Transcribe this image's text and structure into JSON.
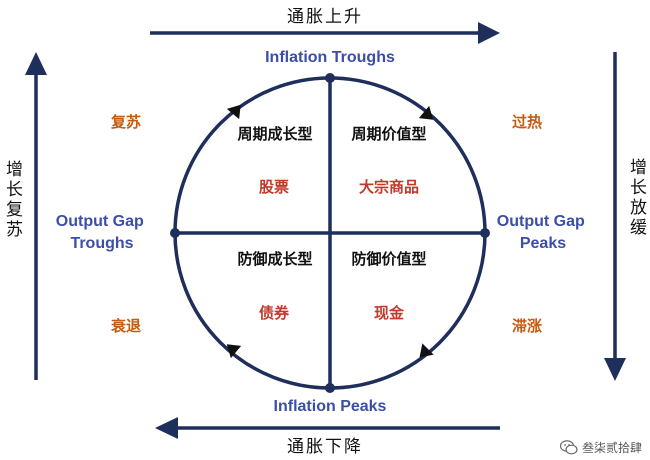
{
  "top_arrow_label": "通胀上升",
  "bottom_arrow_label": "通胀下降",
  "left_arrow_label": "增长复苏",
  "right_arrow_label": "增长放缓",
  "top_pole_label": "Inflation Troughs",
  "bottom_pole_label": "Inflation Peaks",
  "left_pole_label": "Output Gap Troughs",
  "left_pole_lines": [
    "Output Gap",
    "Troughs"
  ],
  "right_pole_label": "Output Gap Peaks",
  "right_pole_lines": [
    "Output Gap",
    "Peaks"
  ],
  "phases": {
    "top_left": "复苏",
    "top_right": "过热",
    "bottom_right": "滞涨",
    "bottom_left": "衰退"
  },
  "quadrants": {
    "top_left": {
      "style": "周期成长型",
      "asset": "股票"
    },
    "top_right": {
      "style": "周期价值型",
      "asset": "大宗商品"
    },
    "bottom_left": {
      "style": "防御成长型",
      "asset": "债券"
    },
    "bottom_right": {
      "style": "防御价值型",
      "asset": "现金"
    }
  },
  "watermark_text": "叁柒贰拾肆",
  "colors": {
    "navy": "#1f2f5c",
    "blue_text": "#3b4ea8",
    "red_text": "#c0392b",
    "orange_text": "#c55a11",
    "dark_text": "#111111"
  }
}
